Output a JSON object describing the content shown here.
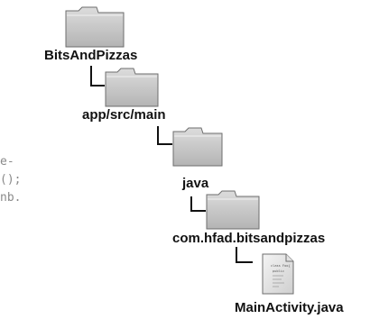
{
  "tree": {
    "root_label": "BitsAndPizzas",
    "level1_label": "app/src/main",
    "level2_label": "java",
    "level3_label": "com.hfad.bitsandpizzas",
    "file_label": "MainActivity.java"
  },
  "file_icon_text": {
    "line1": "class Foo{",
    "line2": "public"
  },
  "handwritten_note": {
    "line1": "e-",
    "line2": "();",
    "line3": "nb."
  }
}
